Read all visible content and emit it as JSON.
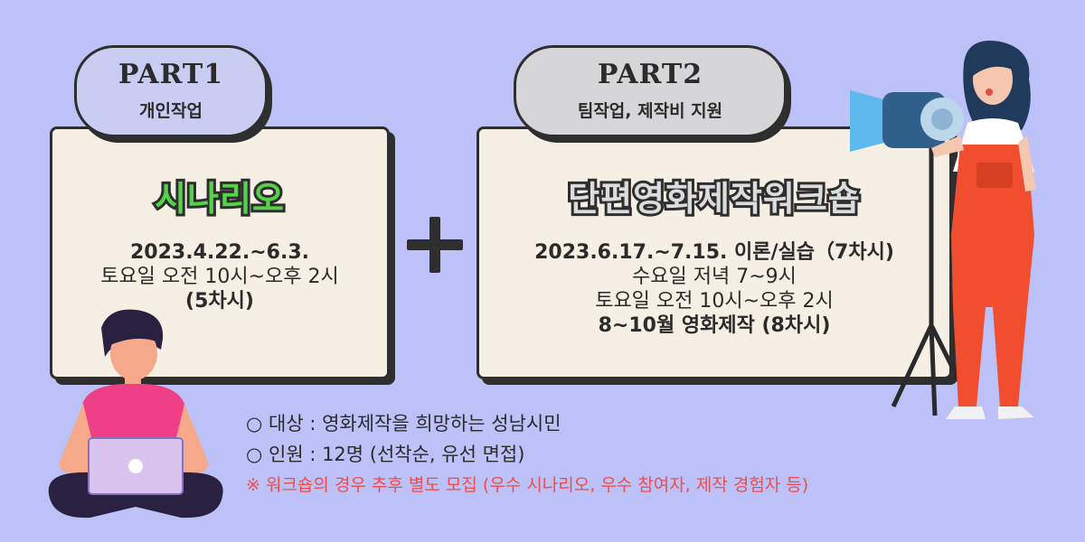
{
  "part1": {
    "tab_title": "PART1",
    "tab_subtitle": "개인작업",
    "heading": "시나리오",
    "lines": [
      "2023.4.22.~6.3.",
      "토요일 오전 10시~오후 2시",
      "(5차시)"
    ]
  },
  "part2": {
    "tab_title": "PART2",
    "tab_subtitle": "팀작업, 제작비 지원",
    "heading": "단편영화제작워크숍",
    "lines": [
      "2023.6.17.~7.15. 이론/실습（7차시)",
      "수요일 저녁 7~9시",
      "토요일 오전 10시~오후 2시",
      "8~10월 영화제작 (8차시)"
    ]
  },
  "info": {
    "target": "○ 대상 : 영화제작을 희망하는 성남시민",
    "capacity": "○ 인원 : 12명 (선착순, 유선 면접)",
    "note": "※ 워크숍의 경우 추후 별도 모집 (우수 시나리오, 우수 참여자, 제작 경험자 등)"
  },
  "colors": {
    "background": "#bcc1f7",
    "card": "#f6efe4",
    "accent_green": "#55d24a",
    "note_red": "#ee4d4d"
  },
  "icons": [
    "plus-icon",
    "person-laptop-illustration",
    "woman-spotlight-illustration"
  ]
}
